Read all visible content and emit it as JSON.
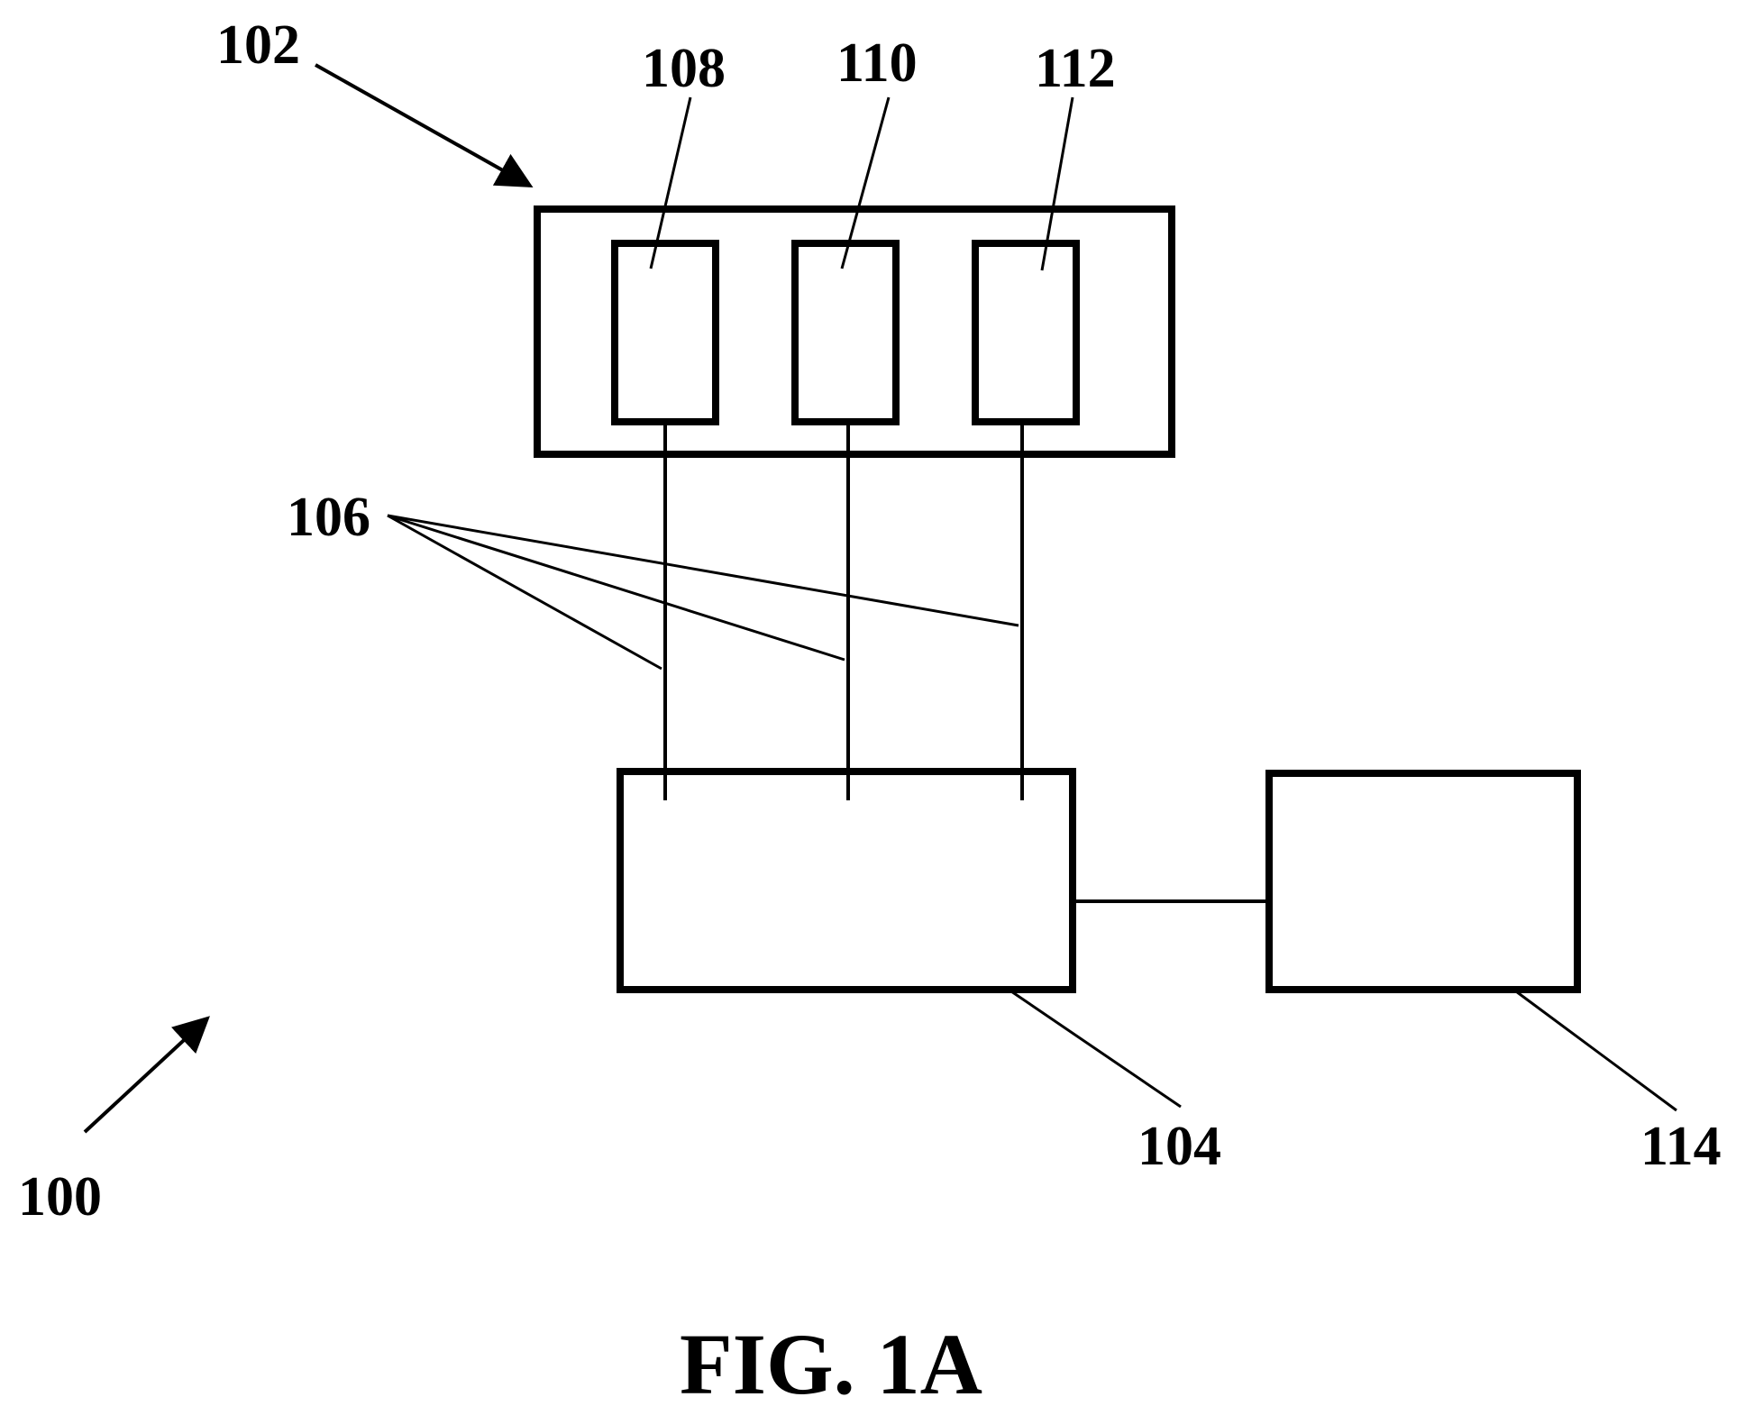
{
  "labels": {
    "system": "100",
    "sensor_array": "102",
    "processor": "104",
    "connections": "106",
    "sensor_1": "108",
    "sensor_2": "110",
    "sensor_3": "112",
    "output_unit": "114"
  },
  "caption": "FIG. 1A"
}
